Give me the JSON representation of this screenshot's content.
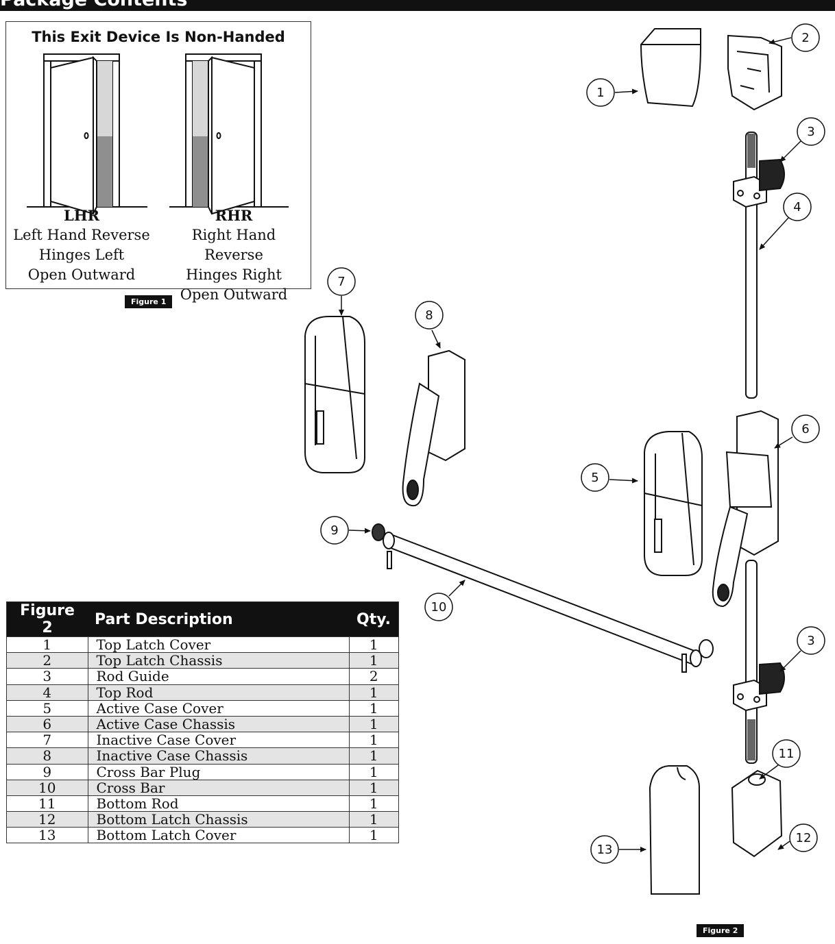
{
  "header": {
    "title": "Package Contents"
  },
  "figure1": {
    "title": "This Exit Device Is Non-Handed",
    "caption": "Figure 1",
    "hands": [
      {
        "code": "LHR",
        "name": "Left Hand Reverse",
        "hinges": "Hinges Left",
        "open": "Open Outward"
      },
      {
        "code": "RHR",
        "name": "Right Hand Reverse",
        "hinges": "Hinges Right",
        "open": "Open Outward"
      }
    ]
  },
  "figure2": {
    "caption": "Figure 2",
    "columns": [
      "Figure 2",
      "Part Description",
      "Qty."
    ],
    "rows": [
      {
        "num": "1",
        "desc": "Top Latch Cover",
        "qty": "1"
      },
      {
        "num": "2",
        "desc": "Top Latch Chassis",
        "qty": "1"
      },
      {
        "num": "3",
        "desc": "Rod Guide",
        "qty": "2"
      },
      {
        "num": "4",
        "desc": "Top Rod",
        "qty": "1"
      },
      {
        "num": "5",
        "desc": "Active Case Cover",
        "qty": "1"
      },
      {
        "num": "6",
        "desc": "Active Case Chassis",
        "qty": "1"
      },
      {
        "num": "7",
        "desc": "Inactive Case Cover",
        "qty": "1"
      },
      {
        "num": "8",
        "desc": "Inactive Case Chassis",
        "qty": "1"
      },
      {
        "num": "9",
        "desc": "Cross Bar Plug",
        "qty": "1"
      },
      {
        "num": "10",
        "desc": "Cross Bar",
        "qty": "1"
      },
      {
        "num": "11",
        "desc": "Bottom Rod",
        "qty": "1"
      },
      {
        "num": "12",
        "desc": "Bottom Latch Chassis",
        "qty": "1"
      },
      {
        "num": "13",
        "desc": "Bottom Latch Cover",
        "qty": "1"
      }
    ],
    "callouts": [
      "1",
      "2",
      "3",
      "4",
      "5",
      "6",
      "7",
      "8",
      "9",
      "10",
      "3",
      "11",
      "12",
      "13"
    ]
  }
}
